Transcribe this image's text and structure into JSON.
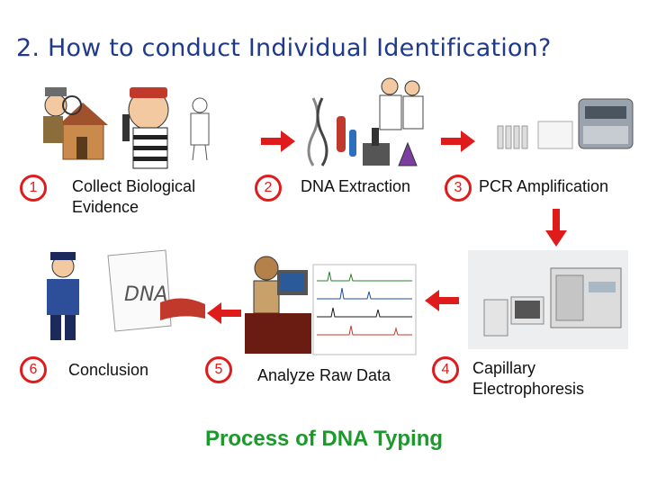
{
  "title": "2. How to conduct Individual Identification?",
  "steps": [
    {
      "num": "1",
      "label": "Collect Biological Evidence"
    },
    {
      "num": "2",
      "label": "DNA Extraction"
    },
    {
      "num": "3",
      "label": "PCR Amplification"
    },
    {
      "num": "4",
      "label": "Capillary Electrophoresis"
    },
    {
      "num": "5",
      "label": "Analyze Raw Data"
    },
    {
      "num": "6",
      "label": "Conclusion"
    }
  ],
  "caption": "Process of DNA Typing",
  "colors": {
    "title": "#1f3a8a",
    "badge": "#e01b1b",
    "arrow": "#e01b1b",
    "caption": "#1a9a2a"
  }
}
